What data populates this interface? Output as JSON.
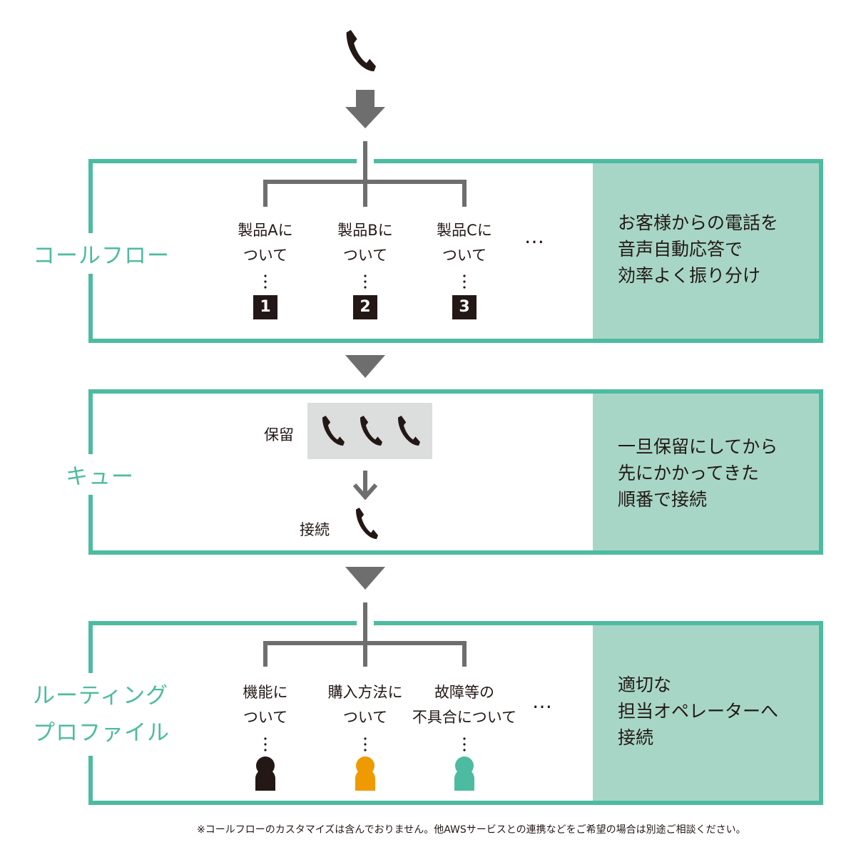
{
  "sections": [
    {
      "label": "コールフロー",
      "items": [
        {
          "line1": "製品Aに",
          "line2": "ついて",
          "badge": "1"
        },
        {
          "line1": "製品Bに",
          "line2": "ついて",
          "badge": "2"
        },
        {
          "line1": "製品Cに",
          "line2": "ついて",
          "badge": "3"
        }
      ],
      "ellipsis": "…",
      "description": [
        "お客様からの電話を",
        "音声自動応答で",
        "効率よく振り分け"
      ]
    },
    {
      "label": "キュー",
      "hold_label": "保留",
      "connect_label": "接続",
      "description": [
        "一旦保留にしてから",
        "先にかかってきた",
        "順番で接続"
      ]
    },
    {
      "label_lines": [
        "ルーティング",
        "プロファイル"
      ],
      "items": [
        {
          "line1": "機能に",
          "line2": "ついて",
          "color": "#231815"
        },
        {
          "line1": "購入方法に",
          "line2": "ついて",
          "color": "#ee9a00"
        },
        {
          "line1": "故障等の",
          "line2": "不具合について",
          "color": "#4dbba0"
        }
      ],
      "ellipsis": "…",
      "description": [
        "適切な",
        "担当オペレーターへ",
        "接続"
      ]
    }
  ],
  "footnote": "※コールフローのカスタマイズは含んでおりません。他AWSサービスとの連携などをご希望の場合は別途ご相談ください。",
  "colors": {
    "frame": "#4dbba0",
    "panel": "#a7d6c6",
    "arrow": "#6e6e6e",
    "queue_bg": "#dcdddd",
    "icon": "#231815"
  },
  "icons": [
    "phone-icon",
    "person-icon",
    "down-arrow-icon"
  ]
}
